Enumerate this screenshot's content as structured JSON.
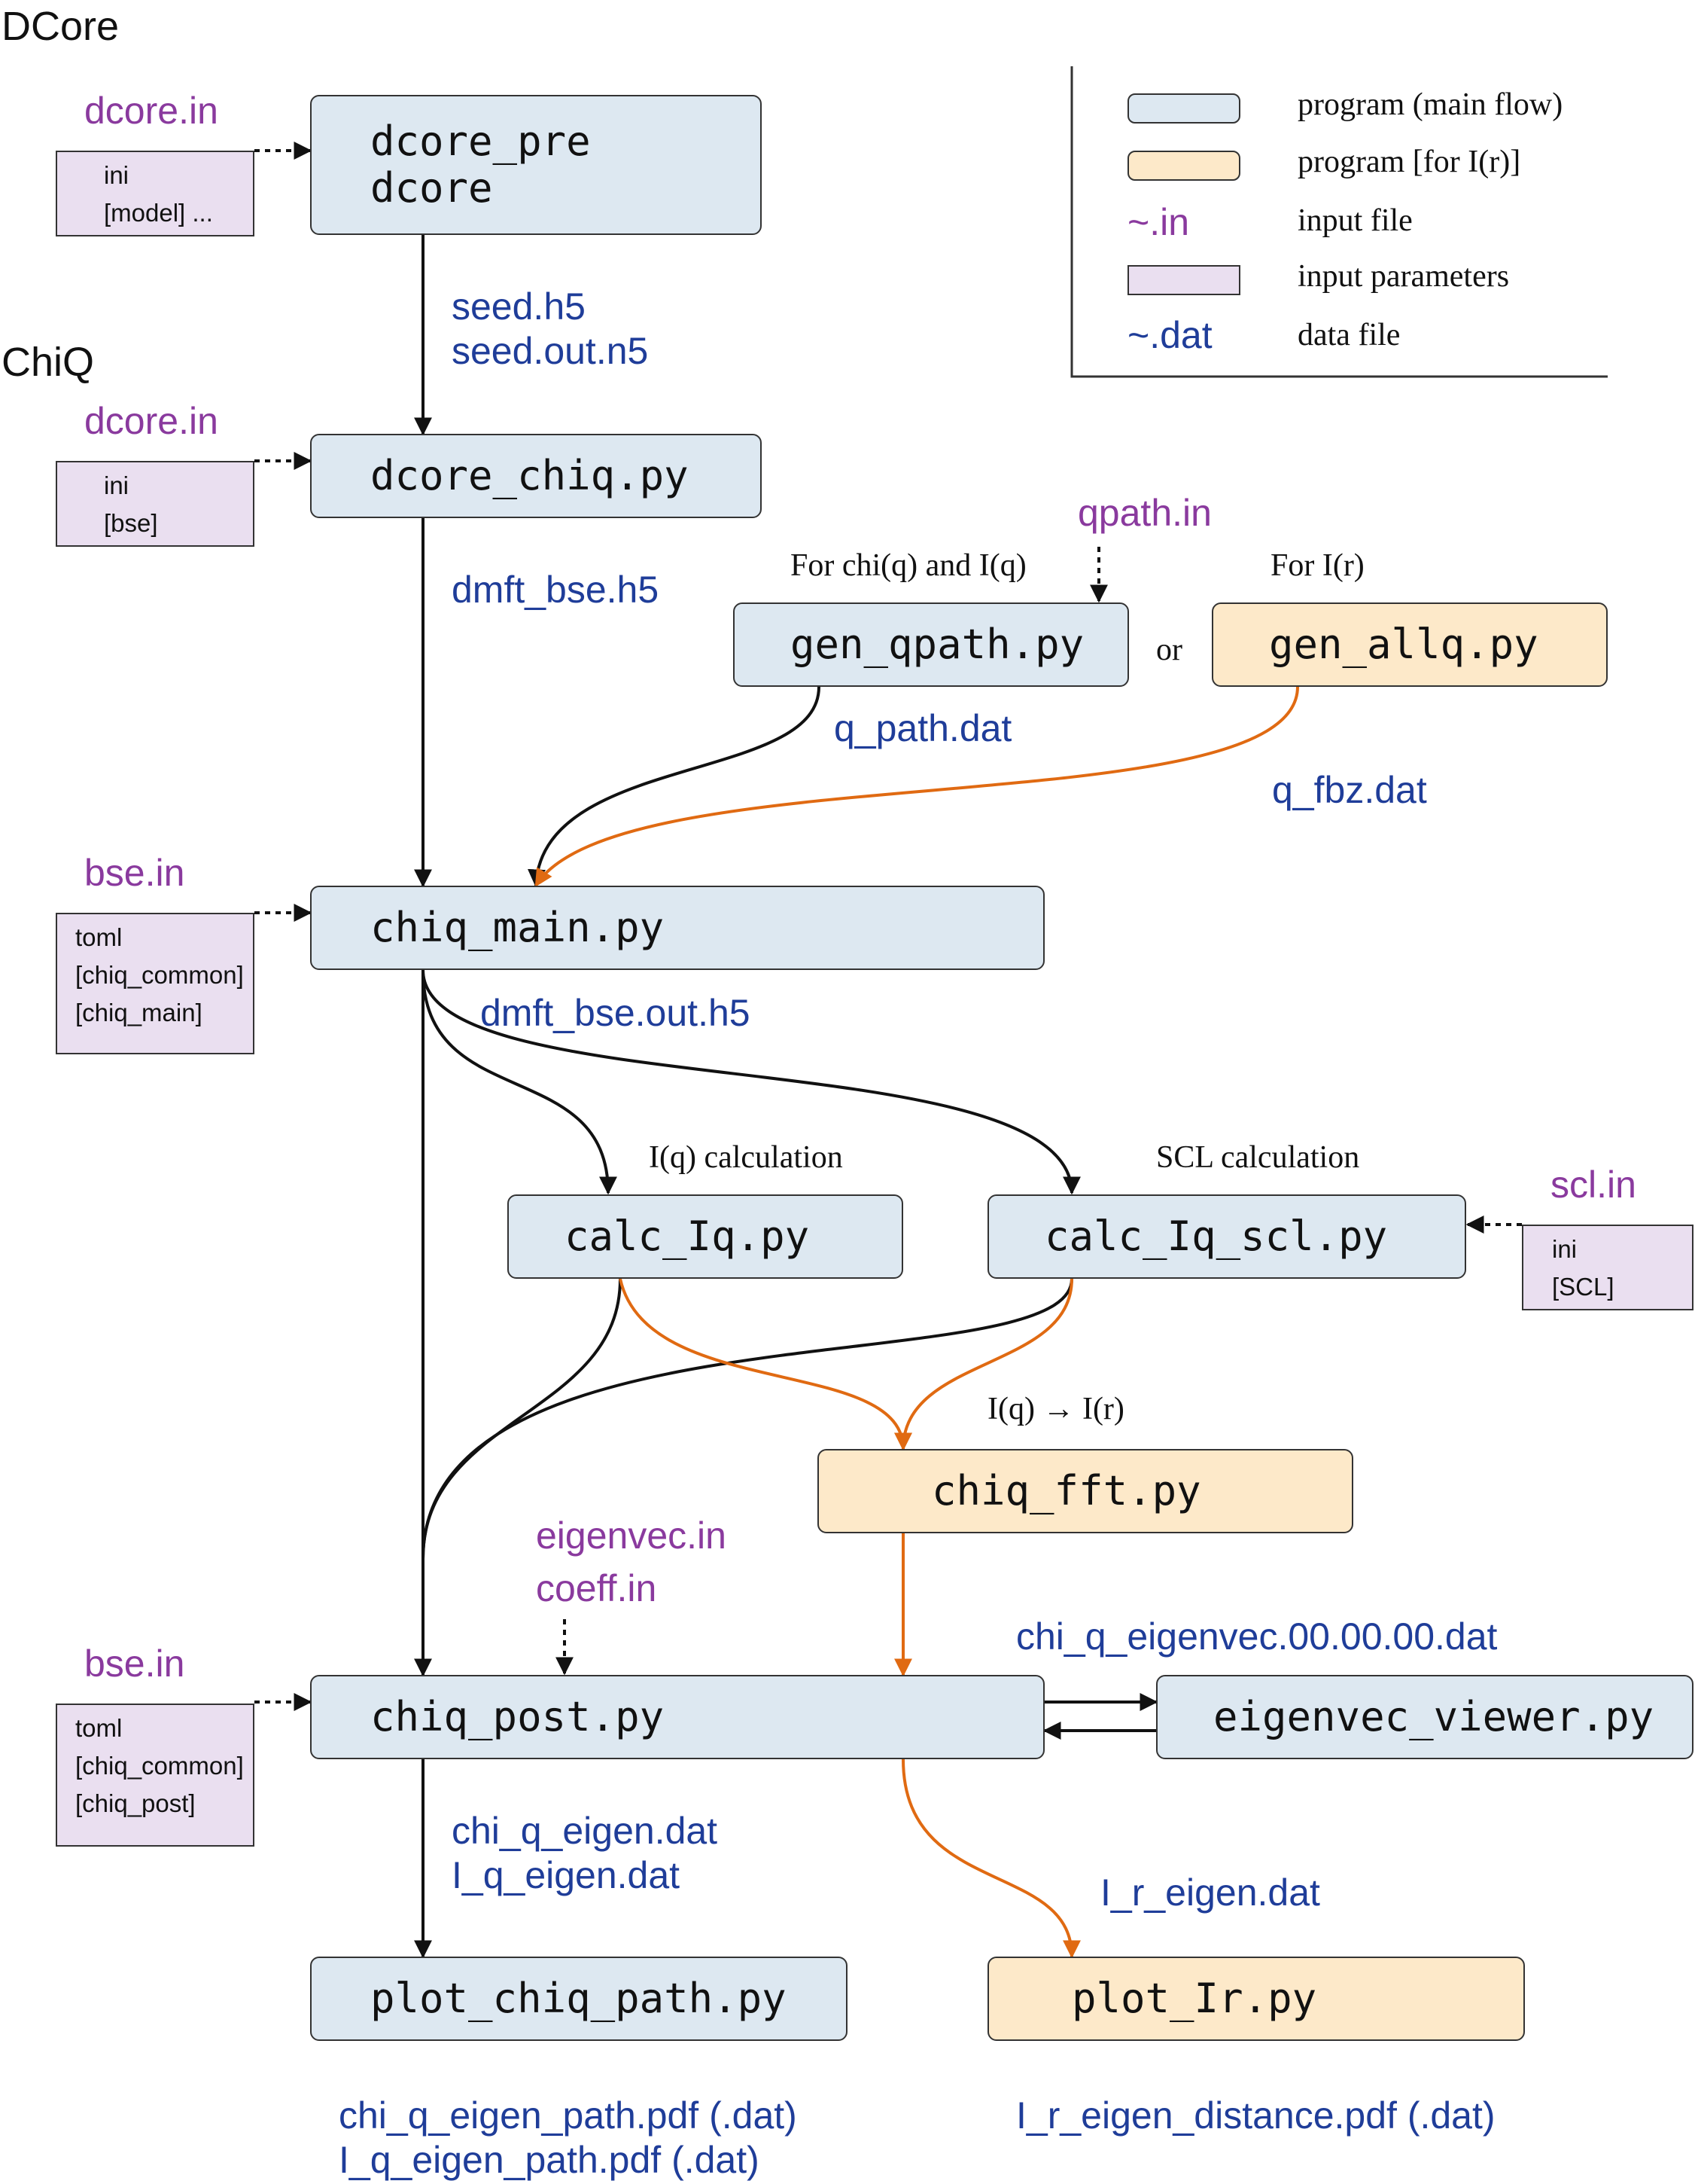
{
  "sections": {
    "dcore": "DCore",
    "chiq": "ChiQ"
  },
  "colors": {
    "main_program_fill": "#dde8f1",
    "ir_program_fill": "#fde9c9",
    "input_params_fill": "#eadff0",
    "input_file_text": "#8a3a9e",
    "data_file_text": "#1f3d99",
    "main_arrow": "#111111",
    "ir_arrow": "#e06a12"
  },
  "programs": {
    "dcore": {
      "line1": "dcore_pre",
      "line2": "dcore"
    },
    "dcore_chiq": "dcore_chiq.py",
    "gen_qpath": "gen_qpath.py",
    "gen_allq": "gen_allq.py",
    "chiq_main": "chiq_main.py",
    "calc_iq": "calc_Iq.py",
    "calc_iq_scl": "calc_Iq_scl.py",
    "chiq_fft": "chiq_fft.py",
    "chiq_post": "chiq_post.py",
    "eigenvec_viewer": "eigenvec_viewer.py",
    "plot_chiq_path": "plot_chiq_path.py",
    "plot_ir": "plot_Ir.py"
  },
  "input_files": {
    "dcore_in_1": "dcore.in",
    "dcore_in_2": "dcore.in",
    "qpath_in": "qpath.in",
    "bse_in_1": "bse.in",
    "scl_in": "scl.in",
    "eigenvec_in": "eigenvec.in",
    "coeff_in": "coeff.in",
    "bse_in_2": "bse.in"
  },
  "input_params": {
    "dcore": [
      "ini",
      "[model] ..."
    ],
    "dcore_chiq": [
      "ini",
      "[bse]"
    ],
    "chiq_main": [
      "toml",
      "[chiq_common]",
      "[chiq_main]"
    ],
    "scl": [
      "ini",
      "[SCL]"
    ],
    "chiq_post": [
      "toml",
      "[chiq_common]",
      "[chiq_post]"
    ]
  },
  "data_files": {
    "seed": [
      "seed.h5",
      "seed.out.n5"
    ],
    "dmft_bse": "dmft_bse.h5",
    "q_path": "q_path.dat",
    "q_fbz": "q_fbz.dat",
    "dmft_bse_out": "dmft_bse.out.h5",
    "chi_q_eigenvec": "chi_q_eigenvec.00.00.00.dat",
    "chi_q_eigen": [
      "chi_q_eigen.dat",
      "I_q_eigen.dat"
    ],
    "i_r_eigen": "I_r_eigen.dat",
    "plot_chiq_out": [
      "chi_q_eigen_path.pdf (.dat)",
      "I_q_eigen_path.pdf (.dat)"
    ],
    "plot_ir_out": "I_r_eigen_distance.pdf (.dat)"
  },
  "notes": {
    "for_chiq": "For chi(q) and I(q)",
    "for_ir": "For I(r)",
    "or": "or",
    "iq_calc": "I(q) calculation",
    "scl_calc": "SCL calculation",
    "iq_to_ir": "I(q) → I(r)"
  },
  "legend": {
    "items": [
      {
        "kind": "main-program",
        "label": "program (main flow)"
      },
      {
        "kind": "ir-program",
        "label": "program [for I(r)]"
      },
      {
        "kind": "input-file",
        "symbol": "~.in",
        "label": "input file"
      },
      {
        "kind": "input-params",
        "label": "input parameters"
      },
      {
        "kind": "data-file",
        "symbol": "~.dat",
        "label": "data file"
      }
    ]
  }
}
